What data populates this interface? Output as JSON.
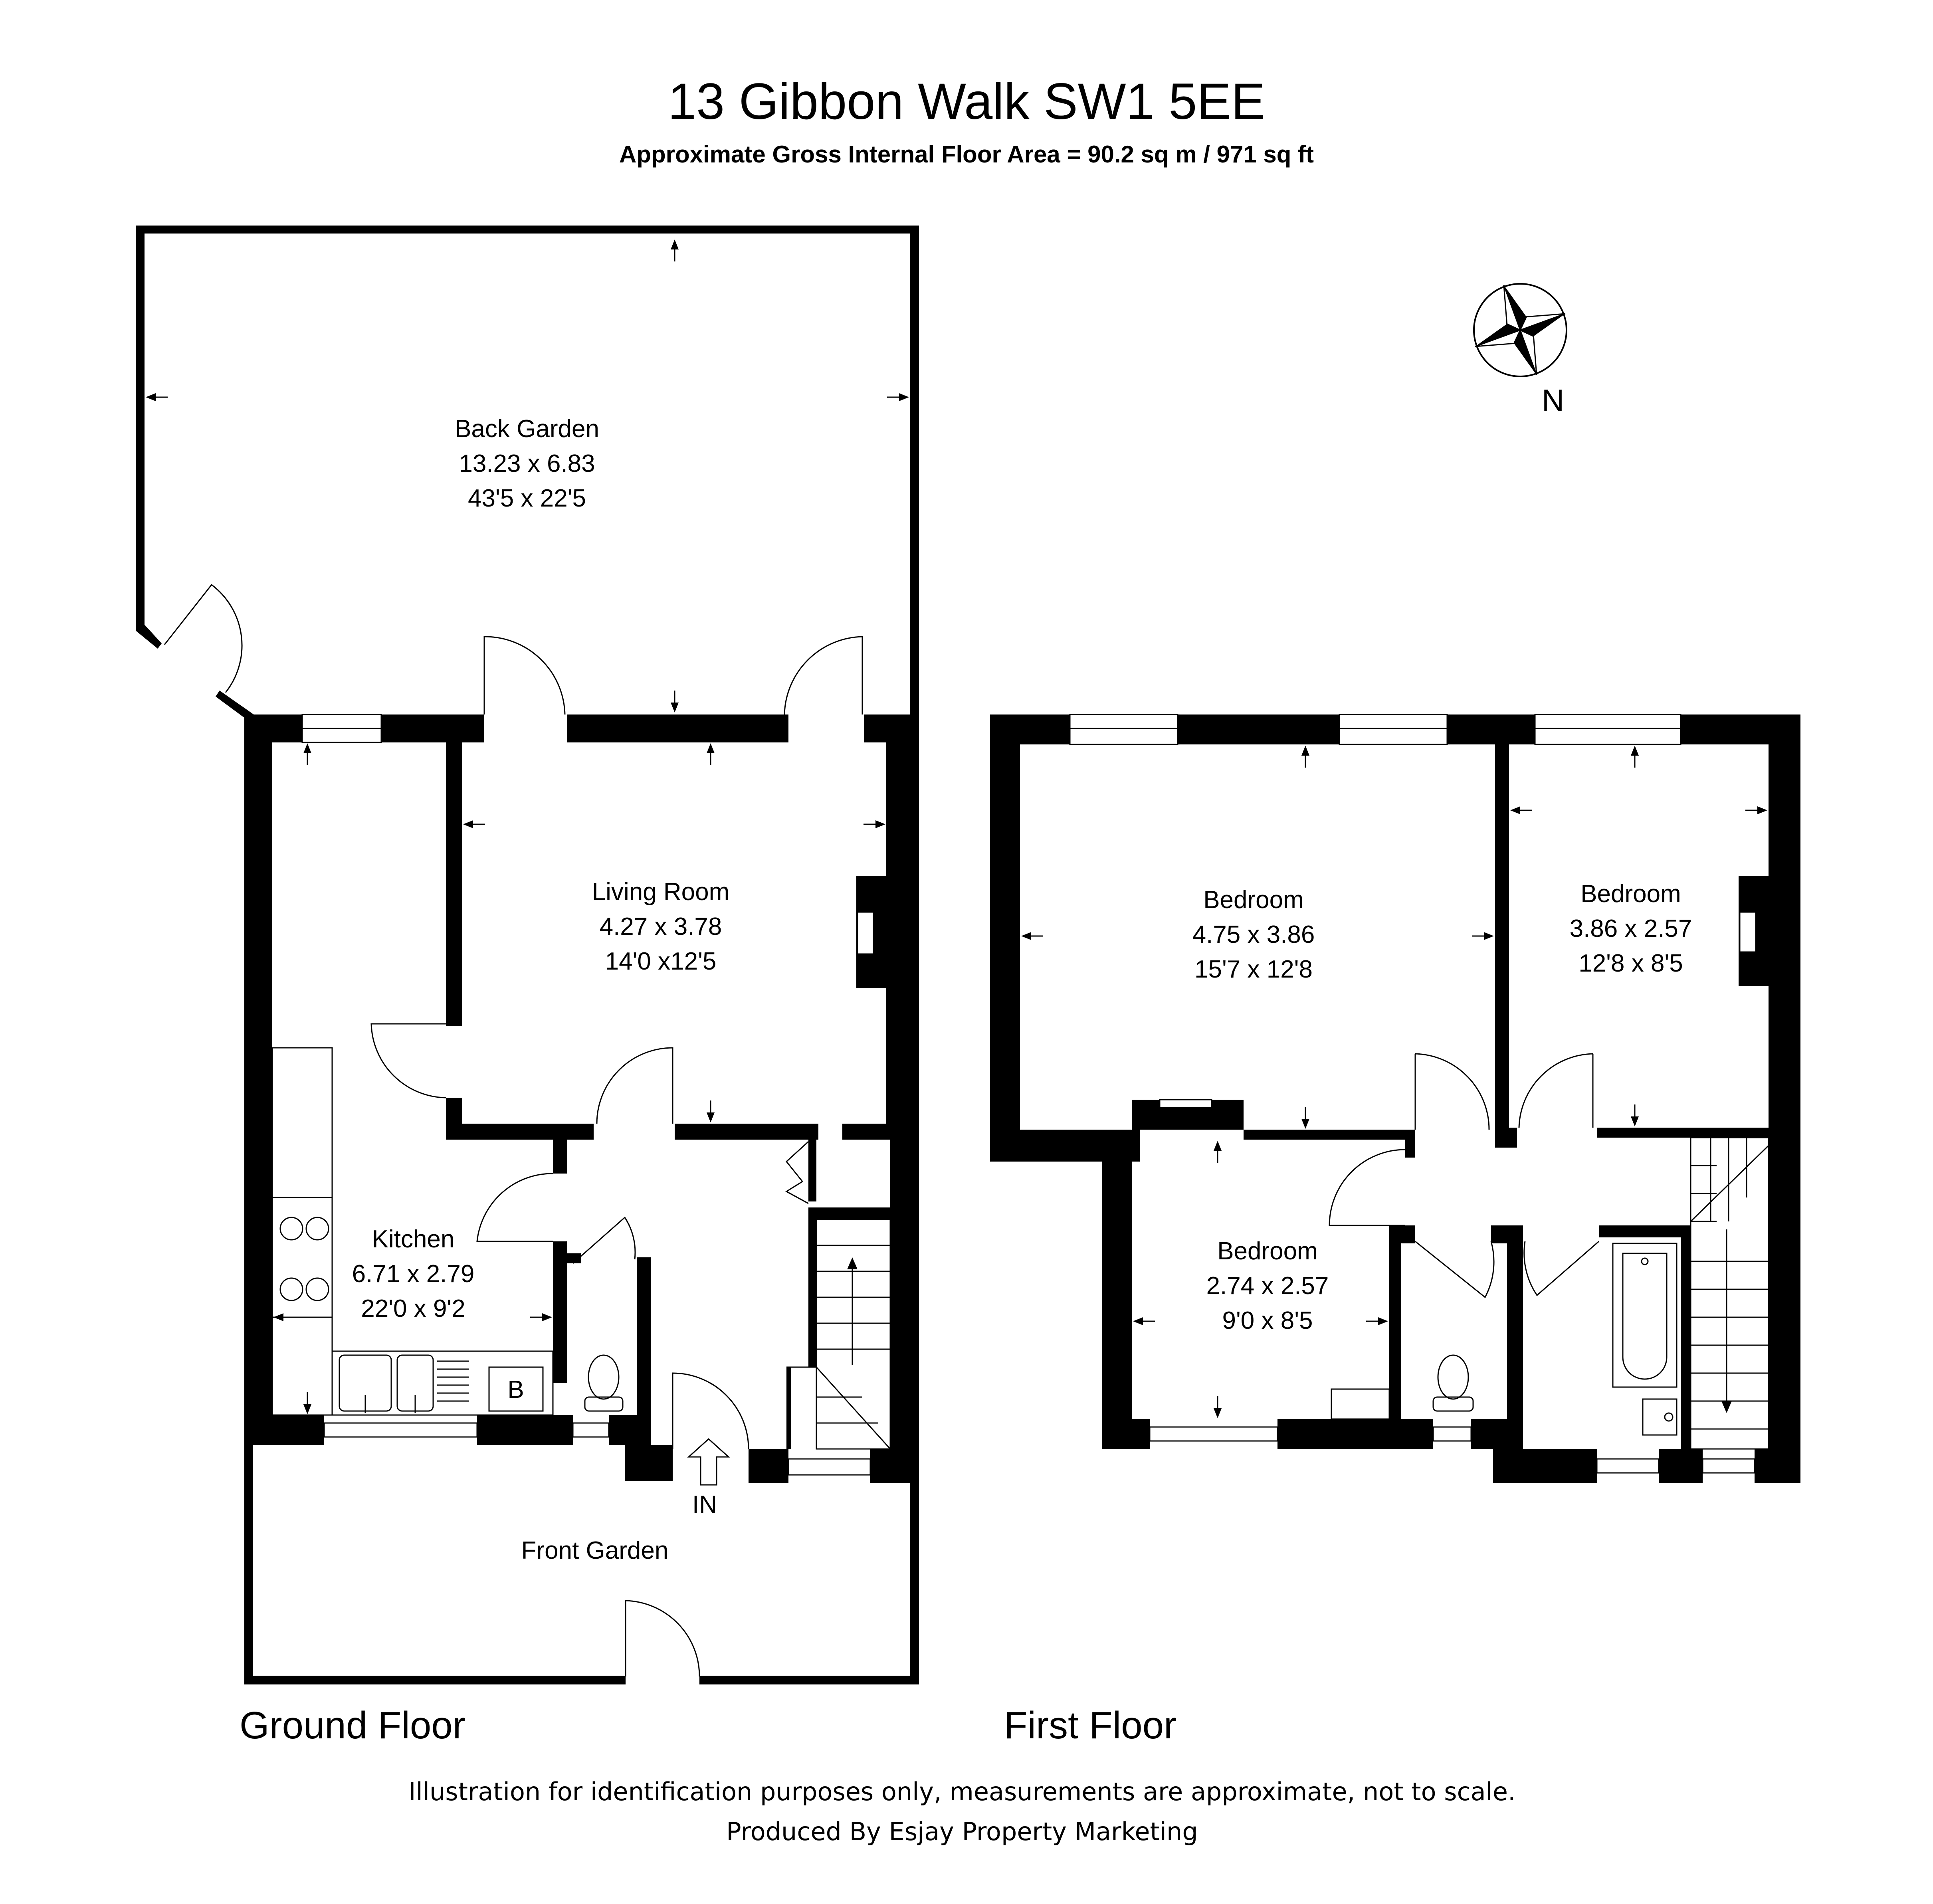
{
  "header": {
    "title": "13 Gibbon Walk SW1 5EE",
    "subtitle": "Approximate Gross Internal Floor Area = 90.2 sq m / 971 sq ft"
  },
  "compass": {
    "label": "N"
  },
  "ground_floor": {
    "label": "Ground Floor",
    "rooms": {
      "back_garden": {
        "name": "Back Garden",
        "metric": "13.23 x 6.83",
        "imperial": "43'5 x 22'5"
      },
      "living_room": {
        "name": "Living Room",
        "metric": "4.27 x 3.78",
        "imperial": "14'0 x12'5"
      },
      "kitchen": {
        "name": "Kitchen",
        "metric": "6.71 x 2.79",
        "imperial": "22'0 x 9'2"
      },
      "front_garden": {
        "name": "Front Garden"
      }
    },
    "boiler_label": "B",
    "entrance_label": "IN"
  },
  "first_floor": {
    "label": "First Floor",
    "rooms": {
      "bedroom_1": {
        "name": "Bedroom",
        "metric": "4.75 x 3.86",
        "imperial": "15'7 x 12'8"
      },
      "bedroom_2": {
        "name": "Bedroom",
        "metric": "3.86 x 2.57",
        "imperial": "12'8 x 8'5"
      },
      "bedroom_3": {
        "name": "Bedroom",
        "metric": "2.74 x 2.57",
        "imperial": "9'0 x 8'5"
      }
    }
  },
  "footer": {
    "disclaimer": "Illustration for identification purposes only, measurements are approximate, not to scale.",
    "producer": "Produced By Esjay Property Marketing"
  }
}
